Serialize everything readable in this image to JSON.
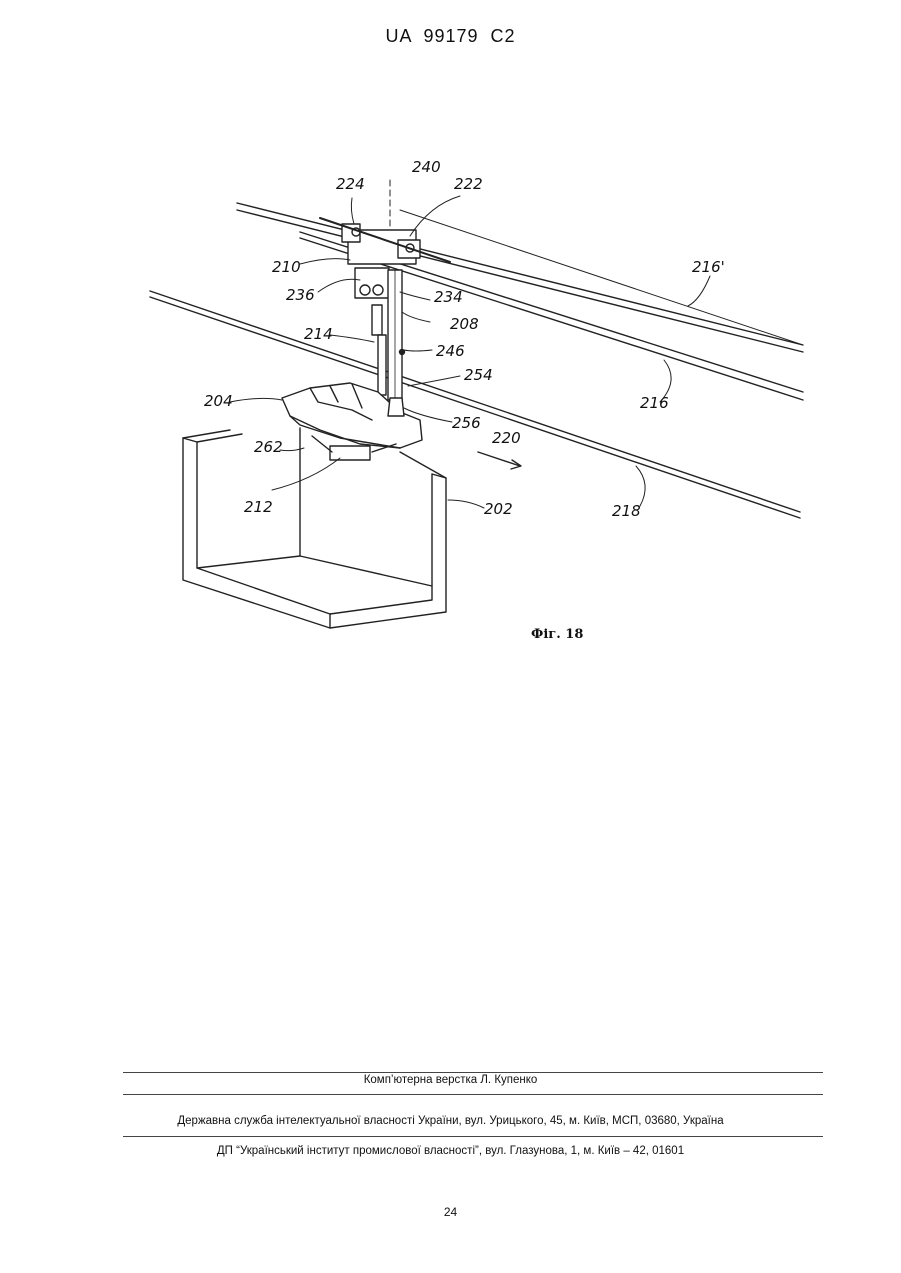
{
  "header": {
    "patent_id": "UA   99179   C2"
  },
  "figure": {
    "caption": "Фіг. 18",
    "labels": {
      "l240": "240",
      "l224": "224",
      "l222": "222",
      "l210": "210",
      "l236": "236",
      "l234": "234",
      "l216a": "216'",
      "l208": "208",
      "l214": "214",
      "l246": "246",
      "l254": "254",
      "l216": "216",
      "l204": "204",
      "l256": "256",
      "l220": "220",
      "l262": "262",
      "l212": "212",
      "l202": "202",
      "l218": "218"
    }
  },
  "footer": {
    "layout_credit": "Комп’ютерна верстка Л. Купенко",
    "agency": "Державна служба інтелектуальної власності України, вул. Урицького, 45, м. Київ, МСП, 03680, Україна",
    "institute": "ДП “Український інститут промислової власності”, вул. Глазунова, 1, м. Київ – 42, 01601"
  },
  "page_number": "24"
}
